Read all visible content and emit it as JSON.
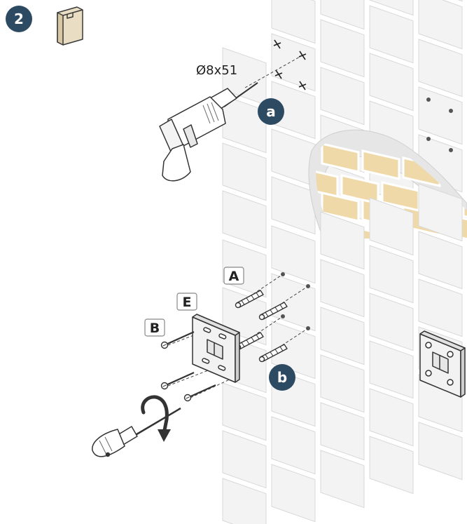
{
  "step": {
    "number": "2"
  },
  "drill": {
    "bit_size": "Ø8x51"
  },
  "callouts": {
    "a": "a",
    "b": "b"
  },
  "parts": {
    "A": "A",
    "E": "E",
    "B": "B"
  },
  "colors": {
    "badge": "#2d4a63",
    "tile_fill": "#f3f3f3",
    "tile_stroke": "#d8d8d8",
    "brick": "#efd9a8",
    "brick_mortar": "#ffffff",
    "part_box": "#e9ddc4",
    "outline": "#3a3a3a"
  },
  "icons": [
    "drill-icon",
    "screwdriver-icon",
    "rotation-arrow-icon",
    "wall-anchor-icon",
    "screw-icon",
    "mounting-bracket-icon",
    "box-icon"
  ]
}
